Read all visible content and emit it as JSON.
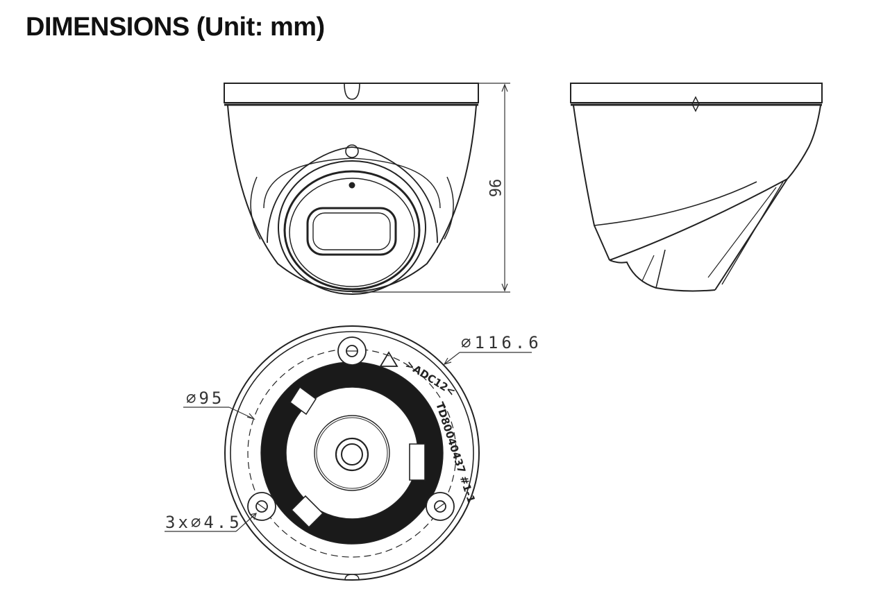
{
  "page_title": "DIMENSIONS (Unit: mm)",
  "dimensions": {
    "height": "96",
    "outer_diameter": "⌀116.6",
    "mount_circle_diameter": "⌀95",
    "screw_holes": "3x⌀4.5"
  },
  "base_markings": {
    "material": ">ADC12<",
    "part_number": "TD80040437 #1-1"
  }
}
